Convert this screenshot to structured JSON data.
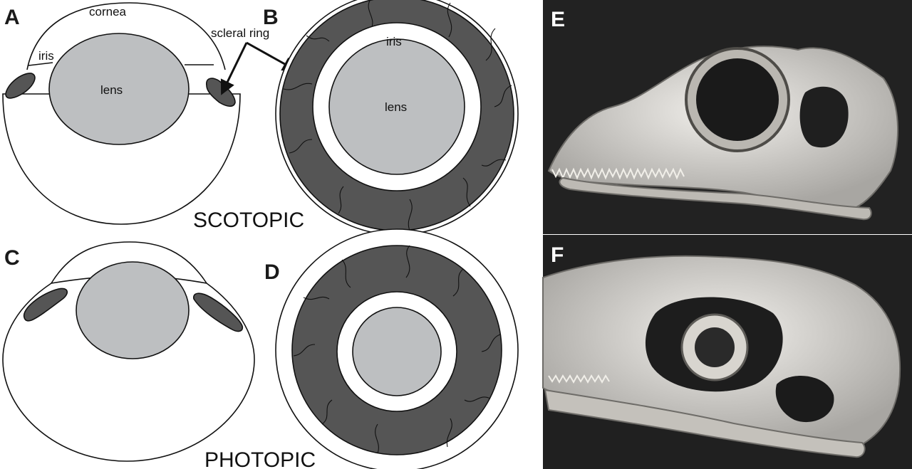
{
  "panels": {
    "A": "A",
    "B": "B",
    "C": "C",
    "D": "D",
    "E": "E",
    "F": "F"
  },
  "labels": {
    "cornea": "cornea",
    "iris": "iris",
    "lens": "lens",
    "scleral_ring": "scleral ring",
    "scotopic": "SCOTOPIC",
    "photopic": "PHOTOPIC"
  },
  "colors": {
    "scleral_ring": "#555555",
    "lens": "#bdbfc1",
    "outline": "#111111",
    "photo_background": "#222222",
    "bone": "#dcdad6"
  }
}
